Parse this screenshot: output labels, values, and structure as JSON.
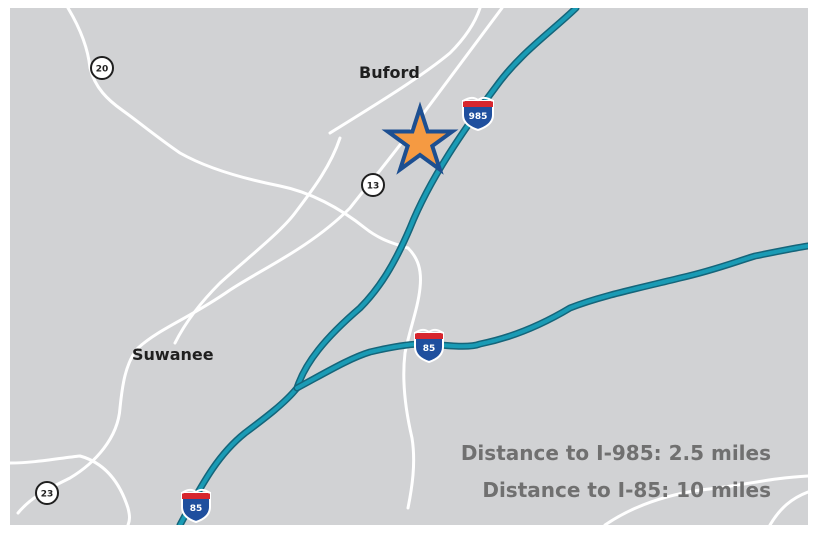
{
  "places": {
    "buford": "Buford",
    "suwanee": "Suwanee"
  },
  "interstate_shields": {
    "i985_top": "985",
    "i85_mid": "85",
    "i85_bottom": "85"
  },
  "route_markers": {
    "r20": "20",
    "r13": "13",
    "r23": "23"
  },
  "distances": {
    "to_i985": "Distance to I-985: 2.5 miles",
    "to_i85": "Distance to I-85: 10 miles"
  },
  "colors": {
    "map_background": "#d1d2d4",
    "local_roads": "#ffffff",
    "interstate": "#1a9bb5",
    "interstate_outline": "#15657a",
    "shield_blue": "#1f4f9e",
    "shield_red": "#d7262e",
    "star_fill": "#f59a42",
    "star_outline": "#1d4f91",
    "label_text": "#1f1f1f",
    "distance_text": "#707070"
  },
  "icons": {
    "location_marker": "star-icon",
    "interstate_sign": "interstate-shield-icon",
    "state_route_sign": "route-circle-icon"
  }
}
